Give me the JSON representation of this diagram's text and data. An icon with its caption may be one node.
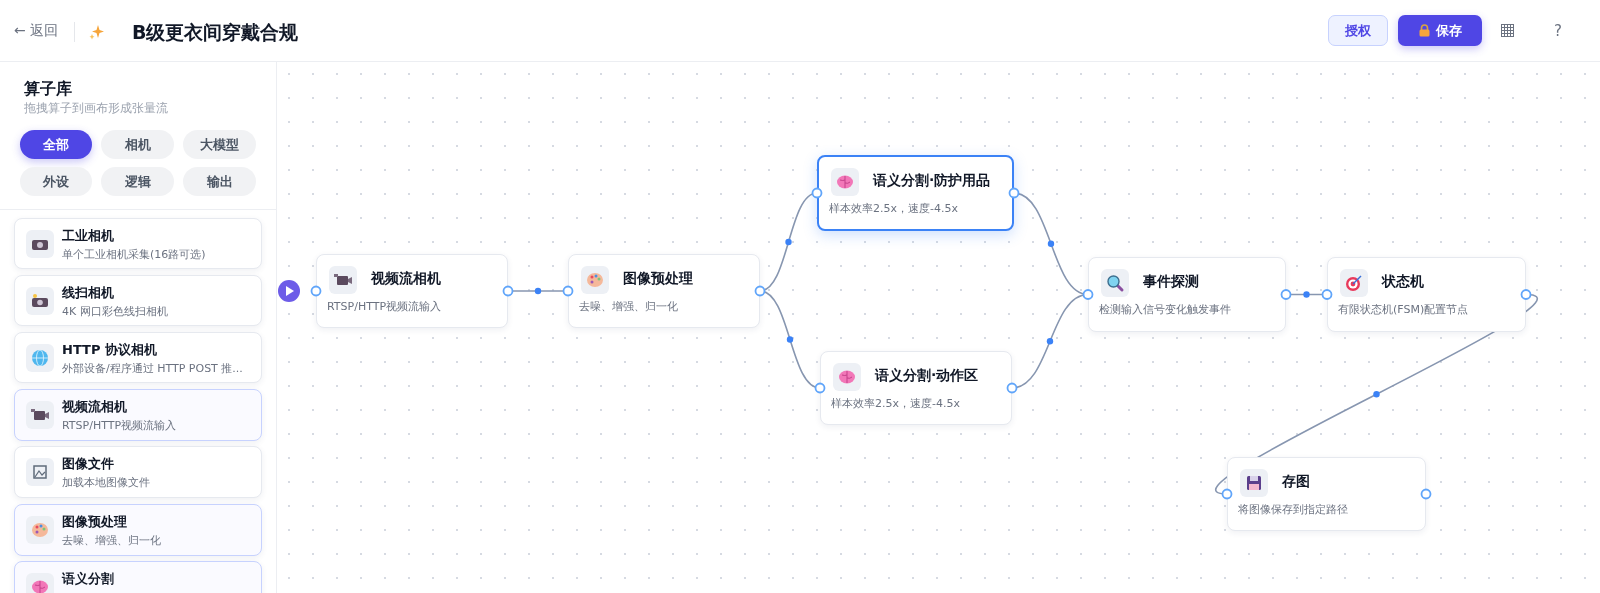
{
  "diagram": {
    "title": "B级更衣间穿戴合规",
    "nodes": [
      {
        "text": [
          "视频流相机",
          "RTSP/HTTP视频流输入"
        ]
      },
      {
        "text": [
          "图像预处理",
          "去噪、增强、归一化"
        ]
      },
      {
        "text": [
          "语义分割·防护用品",
          "样本效率2.5x，速度-4.5x"
        ]
      },
      {
        "text": [
          "语义分割·动作区",
          "样本效率2.5x，速度-4.5x"
        ]
      },
      {
        "text": [
          "事件探测",
          "检测输入信号变化触发事件"
        ]
      },
      {
        "text": [
          "状态机",
          "有限状态机(FSM)配置节点"
        ]
      },
      {
        "text": [
          "存图",
          "将图像保存到指定路径"
        ]
      },
      {
        "text": [
          "工业相机",
          "单个工业相机采集(16路可选)"
        ]
      },
      {
        "text": [
          "线扫相机",
          "4K 网口彩色线扫相机"
        ]
      },
      {
        "text": [
          "HTTP 协议相机",
          "外部设备/程序通过 HTTP POST 推..."
        ]
      },
      {
        "text": [
          "视频流相机",
          "RTSP/HTTP视频流输入"
        ]
      },
      {
        "text": [
          "图像文件",
          "加载本地图像文件"
        ]
      },
      {
        "text": [
          "图像预处理",
          "去噪、增强、归一化"
        ]
      },
      {
        "text": [
          "语义分割"
        ]
      }
    ],
    "edges": [
      {
        "from": 0,
        "to": 1,
        "arrow": "none"
      },
      {
        "from": 1,
        "to": 2,
        "arrow": "none"
      },
      {
        "from": 1,
        "to": 3,
        "arrow": "none"
      },
      {
        "from": 2,
        "to": 4,
        "arrow": "none"
      },
      {
        "from": 3,
        "to": 4,
        "arrow": "none"
      },
      {
        "from": 4,
        "to": 5,
        "arrow": "none"
      },
      {
        "from": 5,
        "to": 6,
        "arrow": "none"
      }
    ],
    "labels": [
      "← 返回",
      "授权",
      "保存",
      "?",
      "算子库",
      "拖拽算子到画布形成张量流",
      "全部",
      "相机",
      "大模型",
      "外设",
      "逻辑",
      "输出"
    ]
  }
}
